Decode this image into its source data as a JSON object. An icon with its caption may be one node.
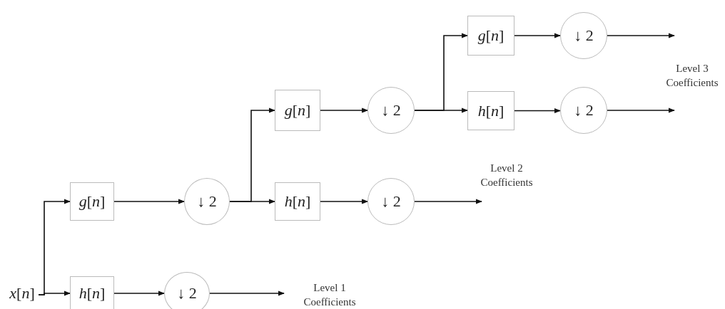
{
  "diagram": {
    "nodes": [
      {
        "text": [
          "*x*[*n*]"
        ]
      },
      {
        "text": [
          "*g*[*n*]"
        ]
      },
      {
        "text": [
          "*h*[*n*]"
        ]
      },
      {
        "text": [
          "↓ 2"
        ]
      },
      {
        "text": [
          "↓ 2"
        ]
      },
      {
        "text": [
          "*g*[*n*]"
        ]
      },
      {
        "text": [
          "*h*[*n*]"
        ]
      },
      {
        "text": [
          "↓ 2"
        ]
      },
      {
        "text": [
          "↓ 2"
        ]
      },
      {
        "text": [
          "*g*[*n*]"
        ]
      },
      {
        "text": [
          "*h*[*n*]"
        ]
      },
      {
        "text": [
          "↓ 2"
        ]
      },
      {
        "text": [
          "↓ 2"
        ]
      }
    ],
    "edges": [
      {
        "from": 0,
        "to": 1,
        "arrow": "to"
      },
      {
        "from": 0,
        "to": 2,
        "arrow": "to"
      },
      {
        "from": 1,
        "to": 3,
        "arrow": "to"
      },
      {
        "from": 2,
        "to": 4,
        "arrow": "to"
      },
      {
        "from": 4,
        "to": null,
        "arrow": "to"
      },
      {
        "from": 3,
        "to": 5,
        "arrow": "to"
      },
      {
        "from": 3,
        "to": 6,
        "arrow": "to"
      },
      {
        "from": 5,
        "to": 7,
        "arrow": "to"
      },
      {
        "from": 6,
        "to": 8,
        "arrow": "to"
      },
      {
        "from": 8,
        "to": null,
        "arrow": "to"
      },
      {
        "from": 7,
        "to": 9,
        "arrow": "to"
      },
      {
        "from": 7,
        "to": 10,
        "arrow": "to"
      },
      {
        "from": 9,
        "to": 11,
        "arrow": "to"
      },
      {
        "from": 10,
        "to": 12,
        "arrow": "to"
      },
      {
        "from": 11,
        "to": null,
        "arrow": "to"
      },
      {
        "from": 12,
        "to": null,
        "arrow": "to"
      }
    ],
    "labels": [
      "Level 3 Coefficients",
      "Level 2 Coefficients",
      "Level 1 Coefficients"
    ]
  }
}
